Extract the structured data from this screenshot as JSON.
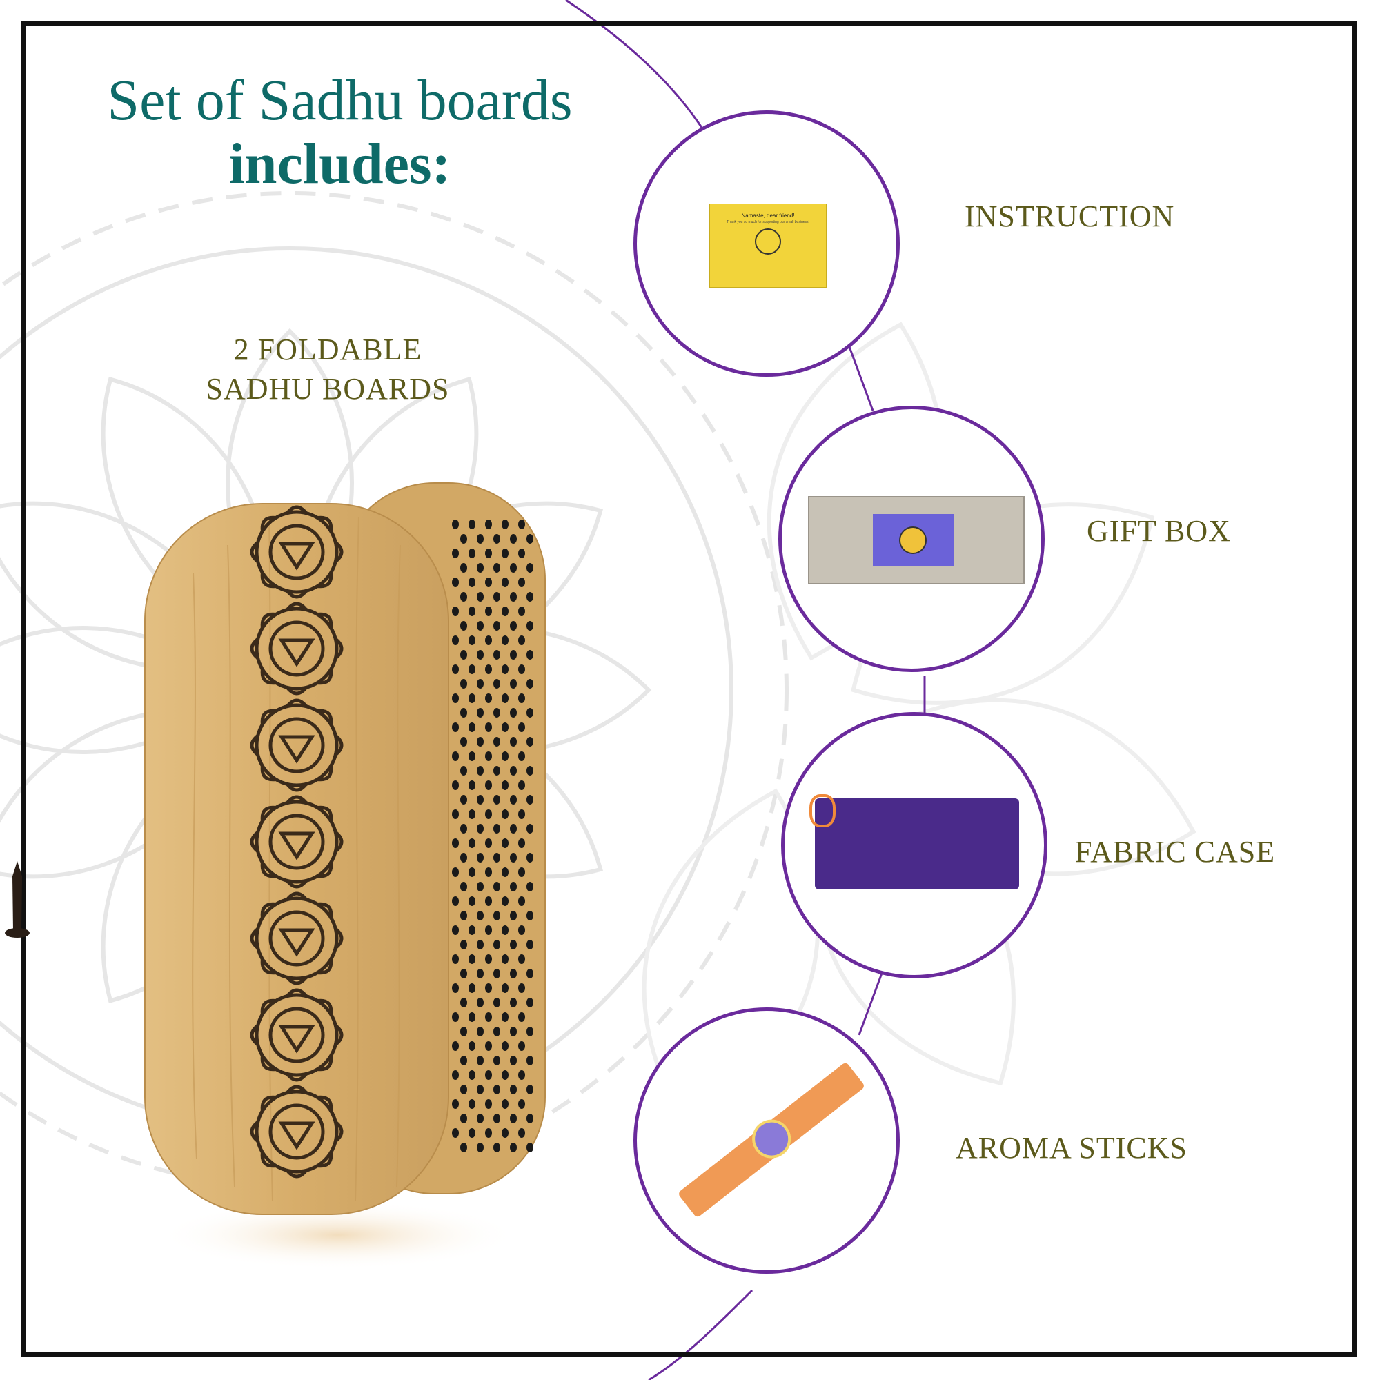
{
  "title": {
    "line1": "Set of Sadhu boards",
    "line2": "includes:"
  },
  "boards": {
    "line1": "2 FOLDABLE",
    "line2": "SADHU BOARDS"
  },
  "items": [
    {
      "label": "INSTRUCTION",
      "icon": "instruction-card-icon"
    },
    {
      "label": "GIFT BOX",
      "icon": "gift-box-icon"
    },
    {
      "label": "FABRIC CASE",
      "icon": "fabric-case-icon"
    },
    {
      "label": "AROMA STICKS",
      "icon": "aroma-sticks-icon"
    }
  ],
  "instruction_card": {
    "heading": "Namaste, dear friend!",
    "subline": "Thank you so much for supporting our small business!"
  },
  "colors": {
    "title": "#0e6a68",
    "label": "#5c5a1c",
    "accent": "#6a2a9c",
    "frame": "#111111",
    "wood": "#d9b373",
    "card": "#f2d43a",
    "case": "#4a2a8a",
    "stick": "#f09a55"
  }
}
